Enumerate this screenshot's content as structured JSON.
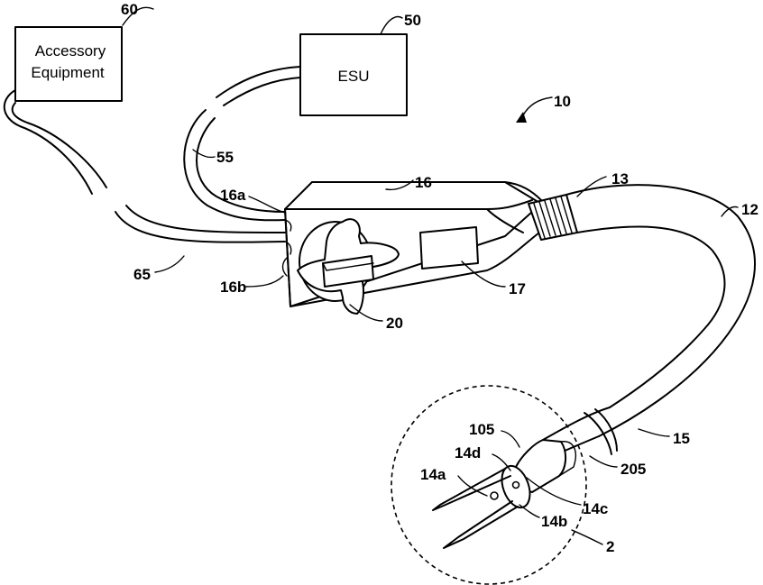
{
  "boxes": {
    "accessory_line1": "Accessory",
    "accessory_line2": "Equipment",
    "esu": "ESU"
  },
  "labels": {
    "l60": "60",
    "l50": "50",
    "l10": "10",
    "l55": "55",
    "l16": "16",
    "l16a": "16a",
    "l13": "13",
    "l12": "12",
    "l65": "65",
    "l16b": "16b",
    "l17": "17",
    "l20": "20",
    "l105": "105",
    "l14d": "14d",
    "l14a": "14a",
    "l15": "15",
    "l205": "205",
    "l14c": "14c",
    "l14b": "14b",
    "l2": "2"
  }
}
